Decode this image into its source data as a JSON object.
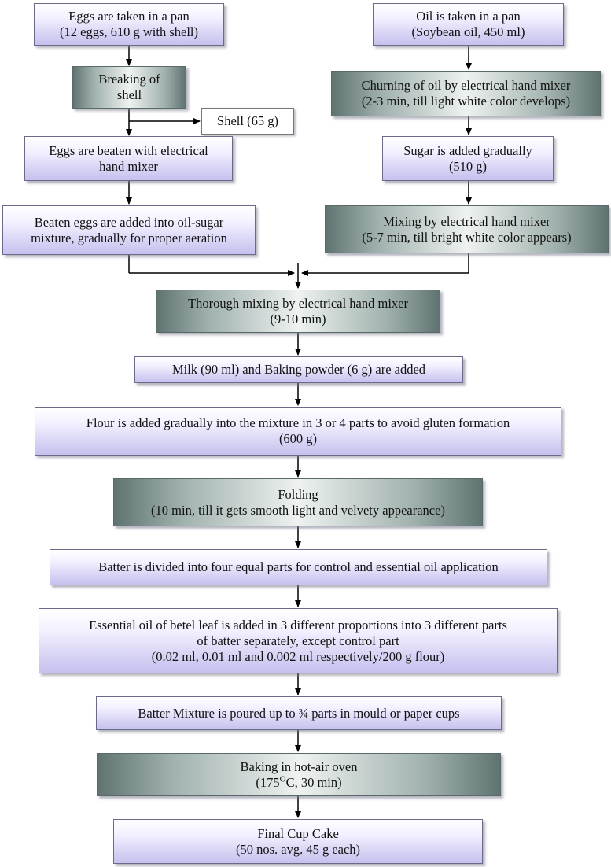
{
  "nodes": {
    "eggs_pan": {
      "lines": [
        "Eggs are taken in a pan",
        "(12 eggs, 610 g with shell)"
      ]
    },
    "oil_pan": {
      "lines": [
        "Oil is taken in a pan",
        "(Soybean oil, 450 ml)"
      ]
    },
    "breaking": {
      "lines": [
        "Breaking of",
        "shell"
      ]
    },
    "churning": {
      "lines": [
        "Churning of oil by electrical hand mixer",
        "(2-3 min, till light white color develops)"
      ]
    },
    "shell": {
      "lines": [
        "Shell (65 g)"
      ]
    },
    "eggs_beaten": {
      "lines": [
        "Eggs are beaten with electrical",
        "hand mixer"
      ]
    },
    "sugar": {
      "lines": [
        "Sugar is added gradually",
        "(510 g)"
      ]
    },
    "beaten_added": {
      "lines": [
        "Beaten eggs are added into oil-sugar",
        "mixture, gradually for proper aeration"
      ]
    },
    "mixing": {
      "lines": [
        "Mixing by electrical hand mixer",
        "(5-7 min, till bright white color appears)"
      ]
    },
    "thorough": {
      "lines": [
        "Thorough mixing by electrical hand mixer",
        "(9-10 min)"
      ]
    },
    "milk": {
      "lines": [
        "Milk (90 ml) and Baking powder (6 g) are added"
      ]
    },
    "flour": {
      "lines": [
        "Flour is added gradually into the mixture in 3 or 4 parts to avoid gluten formation",
        "(600 g)"
      ]
    },
    "folding": {
      "lines": [
        "Folding",
        "(10 min, till it gets smooth light and velvety appearance)"
      ]
    },
    "divided": {
      "lines": [
        "Batter is divided into four equal parts for control and essential oil application"
      ]
    },
    "essential": {
      "lines": [
        "Essential oil of betel leaf is added in 3 different proportions into 3 different parts",
        "of batter separately, except control part",
        "(0.02 ml, 0.01 ml and 0.002 ml respectively/200 g flour)"
      ]
    },
    "poured": {
      "lines": [
        "Batter Mixture is poured up to ¾ parts in mould or paper cups"
      ]
    },
    "baking": {
      "lines": [
        "Baking in hot-air oven"
      ],
      "temp_value": "175",
      "temp_sup": "O",
      "temp_rest": "C, 30 min)",
      "temp_open": "("
    },
    "final": {
      "lines": [
        "Final Cup Cake",
        "(50 nos. avg. 45 g each)"
      ]
    }
  },
  "colors": {
    "box_fill": "#d6d2f4",
    "dark_fill": "#5f7370",
    "arrow": "#000000"
  }
}
